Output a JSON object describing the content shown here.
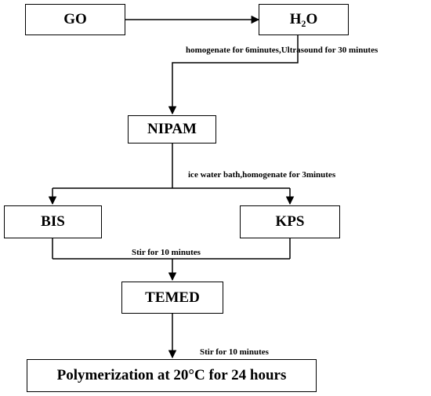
{
  "nodes": {
    "go": "GO",
    "h2o_main": "H",
    "h2o_sub": "2",
    "h2o_end": "O",
    "nipam": "NIPAM",
    "bis": "BIS",
    "kps": "KPS",
    "temed": "TEMED",
    "polymerization": "Polymerization at 20°C for 24 hours"
  },
  "steps": {
    "homogenate_ultrasound": "homogenate for 6minutes,Ultrasound for 30 minutes",
    "ice_water_bath": "ice water bath,homogenate for 3minutes",
    "stir_1": "Stir for 10 minutes",
    "stir_2": "Stir for 10 minutes"
  },
  "colors": {
    "stroke": "#000000",
    "background": "#ffffff"
  }
}
